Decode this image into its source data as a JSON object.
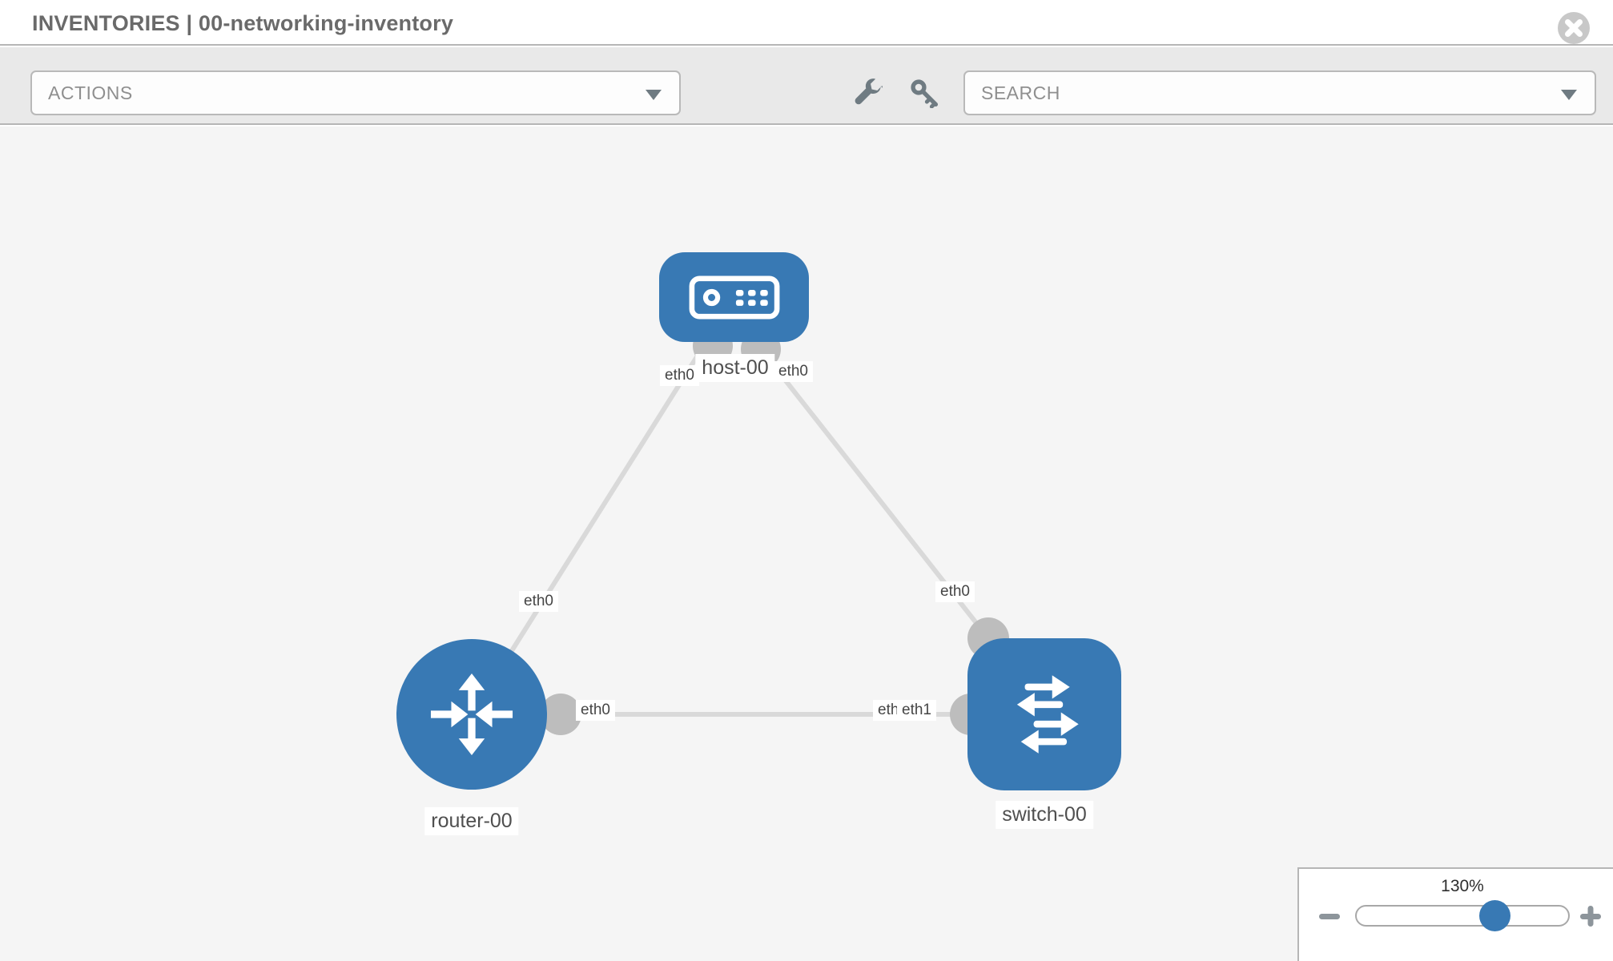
{
  "header": {
    "title": "INVENTORIES | 00-networking-inventory"
  },
  "toolbar": {
    "actions_label": "ACTIONS",
    "search_placeholder": "SEARCH",
    "icons": [
      "wrench-icon",
      "key-icon"
    ]
  },
  "topology": {
    "nodes": [
      {
        "name": "host-00",
        "type": "host"
      },
      {
        "name": "router-00",
        "type": "router"
      },
      {
        "name": "switch-00",
        "type": "switch"
      }
    ],
    "links": [
      {
        "source": "host-00",
        "source_interface": "eth0",
        "target": "router-00",
        "target_interface": "eth0"
      },
      {
        "source": "host-00",
        "source_interface": "eth0",
        "target": "switch-00",
        "target_interface": "eth0"
      },
      {
        "source": "router-00",
        "source_interface": "eth0",
        "target": "switch-00",
        "target_interface": "eth1",
        "target_interface_overlapped": "eth0"
      }
    ]
  },
  "zoom_control": {
    "level": "130%"
  },
  "colors": {
    "node_fill": "#3879b4",
    "link": "#d9d9d9",
    "connector": "#bdbdbd",
    "canvas_bg": "#f5f5f5",
    "toolbar_bg": "#e9e9e9",
    "title_text": "#6a6a6a",
    "icon_gray": "#6f7b82"
  }
}
